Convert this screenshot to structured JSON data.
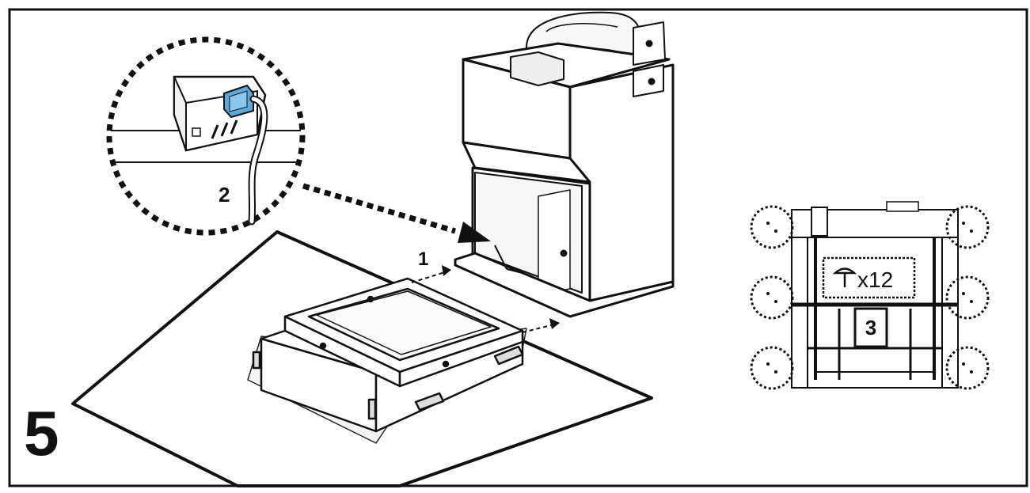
{
  "step": {
    "number": "5"
  },
  "callouts": {
    "arrow_1": "1",
    "connector_2": "2",
    "screws_3": "3"
  },
  "screws": {
    "quantity": "x12"
  },
  "colors": {
    "line": "#111111",
    "connector": "#5aa9dc",
    "background": "#ffffff"
  }
}
